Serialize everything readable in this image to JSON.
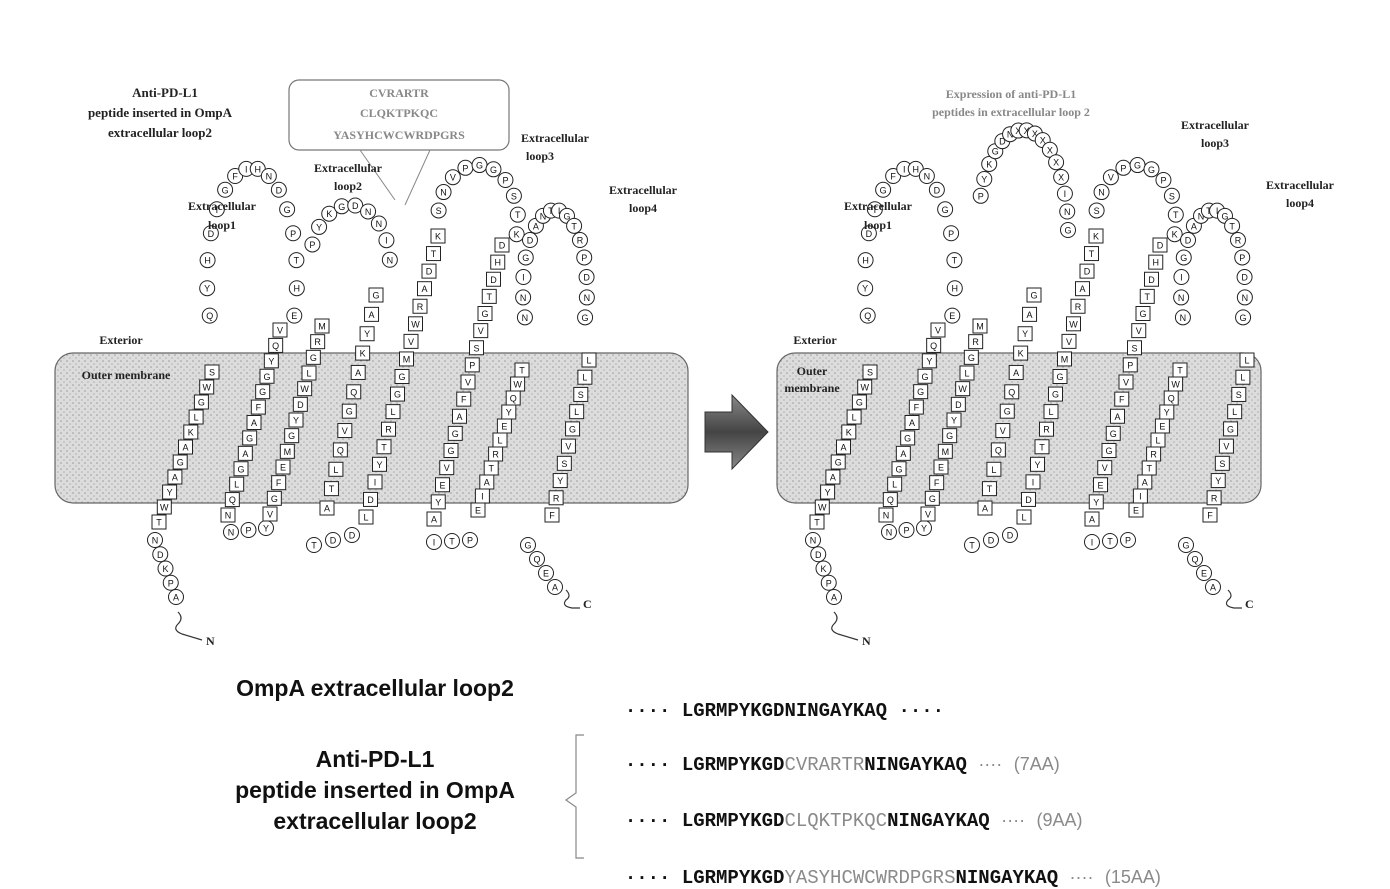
{
  "left_panel": {
    "insert_label": [
      "Anti-PD-L1",
      "peptide inserted in OmpA",
      "extracellular loop2"
    ],
    "insert_box": [
      "CVRARTR",
      "CLQKTPKQC",
      "YASYHCWCWRDPGRS"
    ],
    "loop_labels": {
      "loop1": [
        "Extracellular",
        "loop1"
      ],
      "loop2": [
        "Extracellular",
        "loop2"
      ],
      "loop3": [
        "Extracellular",
        "loop3"
      ],
      "loop4": [
        "Extracellular",
        "loop4"
      ]
    },
    "exterior": "Exterior",
    "membrane": "Outer membrane",
    "n_term": "N",
    "c_term": "C"
  },
  "right_panel": {
    "expression_label": [
      "Expression of anti-PD-L1",
      "peptides in extracellular loop 2"
    ],
    "loop_labels": {
      "loop1": [
        "Extracellular",
        "loop1"
      ],
      "loop3": [
        "Extracellular",
        "loop3"
      ],
      "loop4": [
        "Extracellular",
        "loop4"
      ]
    },
    "exterior": "Exterior",
    "membrane": [
      "Outer",
      "membrane"
    ],
    "n_term": "N",
    "c_term": "C"
  },
  "residues": {
    "n_tail": [
      "A",
      "P",
      "K",
      "D",
      "N"
    ],
    "tm1": [
      "T",
      "W",
      "Y",
      "A",
      "G",
      "A",
      "K",
      "L",
      "G",
      "W",
      "S"
    ],
    "loop1": [
      "Q",
      "Y",
      "H",
      "D",
      "T",
      "G",
      "F",
      "I",
      "H",
      "N",
      "D",
      "G",
      "P",
      "T",
      "H",
      "E"
    ],
    "tm2": [
      "N",
      "Q",
      "L",
      "G",
      "A",
      "G",
      "A",
      "F",
      "G",
      "G",
      "Y",
      "Q",
      "V"
    ],
    "turn1": [
      "N",
      "P",
      "Y"
    ],
    "tm3": [
      "V",
      "G",
      "F",
      "E",
      "M",
      "G",
      "Y",
      "D",
      "W",
      "L",
      "G",
      "R",
      "M"
    ],
    "loop2": [
      "P",
      "Y",
      "K",
      "G",
      "D",
      "N",
      "N",
      "I",
      "N"
    ],
    "tm4": [
      "G",
      "A",
      "Y",
      "K",
      "A",
      "Q",
      "G",
      "V",
      "Q",
      "L",
      "T",
      "A",
      "K",
      "L",
      "G",
      "Y",
      "P",
      "I"
    ],
    "turn2": [
      "T",
      "D",
      "D"
    ],
    "tm5": [
      "L",
      "D",
      "I",
      "Y",
      "T",
      "R",
      "L",
      "G",
      "G",
      "M",
      "V",
      "W",
      "R",
      "A",
      "D",
      "T",
      "K"
    ],
    "loop3": [
      "S",
      "N",
      "V",
      "P",
      "G",
      "G",
      "P",
      "S",
      "T",
      "K"
    ],
    "tm6": [
      "D",
      "H",
      "D",
      "T",
      "G",
      "V",
      "S",
      "P",
      "V",
      "F",
      "A",
      "G",
      "G",
      "V",
      "E",
      "Y",
      "A"
    ],
    "turn3": [
      "I",
      "T",
      "P"
    ],
    "tm7": [
      "E",
      "I",
      "A",
      "T",
      "R",
      "L",
      "E",
      "Y",
      "Q",
      "W",
      "T"
    ],
    "loop4": [
      "N",
      "N",
      "I",
      "G",
      "D",
      "A",
      "N",
      "T",
      "I",
      "G",
      "T",
      "R",
      "P",
      "D",
      "N",
      "G"
    ],
    "tm8": [
      "L",
      "L",
      "S",
      "L",
      "G",
      "V",
      "S",
      "Y",
      "R",
      "F"
    ],
    "c_tail": [
      "G",
      "Q",
      "E",
      "A"
    ],
    "loop2_extended": [
      "P",
      "Y",
      "K",
      "G",
      "D",
      "N",
      "X",
      "X",
      "X",
      "X",
      "X",
      "X",
      "X",
      "I",
      "N",
      "G"
    ]
  },
  "bottom": {
    "ompa_label": "OmpA extracellular loop2",
    "ompa_seq": {
      "dots_left": "····",
      "seq": "LGRMPYKGDNINGAYKAQ",
      "dots_right": "····"
    },
    "insert_label": [
      "Anti-PD-L1",
      "peptide inserted in OmpA",
      "extracellular loop2"
    ],
    "variants": [
      {
        "dots": "····",
        "pre": "LGRMPYKGD",
        "ins": "CVRARTR",
        "post": "NINGAYKAQ",
        "dots_r": "····",
        "tag": "(7AA)"
      },
      {
        "dots": "····",
        "pre": "LGRMPYKGD",
        "ins": "CLQKTPKQC",
        "post": "NINGAYKAQ",
        "dots_r": "····",
        "tag": "(9AA)"
      },
      {
        "dots": "····",
        "pre": "LGRMPYKGD",
        "ins": "YASYHCWCWRDPGRS",
        "post": "NINGAYKAQ",
        "dots_r": "····",
        "tag": "(15AA)"
      }
    ]
  },
  "colors": {
    "membrane_fill": "#d9d9d9",
    "insert_grey": "#8a8a8a",
    "arrow": "#555555"
  }
}
